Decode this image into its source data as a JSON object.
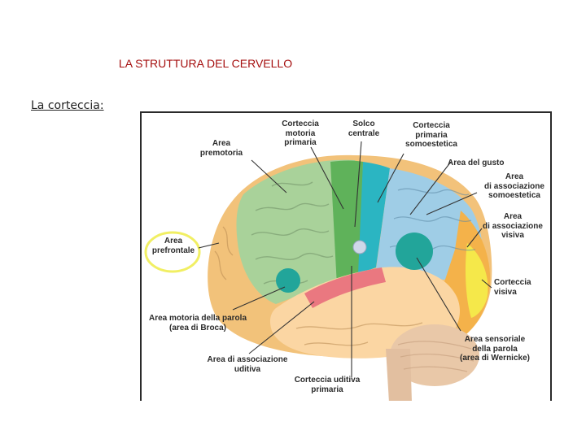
{
  "slide": {
    "title": "LA STRUTTURA DEL CERVELLO",
    "subtitle": "La corteccia:"
  },
  "labels": {
    "corteccia_motoria_primaria": "Corteccia\nmotoria\nprimaria",
    "solco_centrale": "Solco\ncentrale",
    "corteccia_primaria_somoestetica": "Corteccia\nprimaria\nsomoestetica",
    "area_premotoria": "Area\npremotoria",
    "area_del_gusto": "Area del gusto",
    "area_associazione_somoestetica": "Area\ndi associazione\nsomoestetica",
    "area_associazione_visiva": "Area\ndi associazione\nvisiva",
    "area_prefrontale": "Area\nprefrontale",
    "corteccia_visiva": "Corteccia\nvisiva",
    "area_motoria_parola": "Area motoria della parola\n(area di Broca)",
    "area_sensoriale_parola": "Area sensoriale\ndella parola\n(area di Wernicke)",
    "area_associazione_uditiva": "Area di associazione\nuditiva",
    "corteccia_uditiva_primaria": "Corteccia uditiva\nprimaria"
  },
  "colors": {
    "title": "#a50e0e",
    "prefrontal": "#f2c27a",
    "premotor_motor": "#a9d29a",
    "motor_strip": "#5fb25a",
    "central_sulcus": "#2bb5c2",
    "somatosensory": "#9fcde6",
    "occipital": "#f4b24a",
    "visual_cortex": "#f5e84a",
    "temporal": "#fbd6a3",
    "auditory": "#e6677a",
    "broca_wernicke": "#22a59a",
    "cerebellum": "#e9c8a8",
    "highlight_ring": "#f1ef63"
  }
}
